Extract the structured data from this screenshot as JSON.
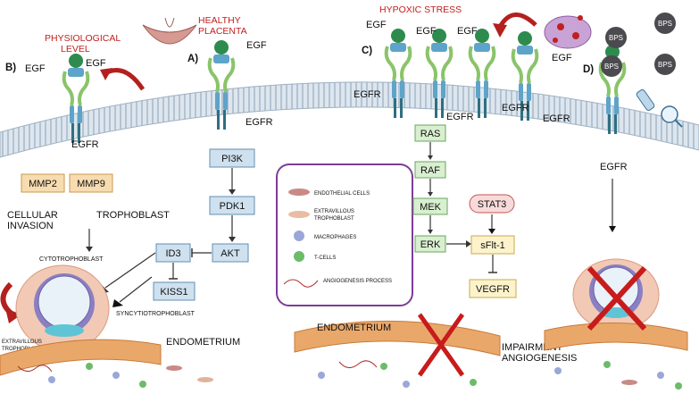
{
  "labels": {
    "egf": "EGF",
    "egfr": "EGFR",
    "physiological_level_1": "PHYSIOLOGICAL",
    "physiological_level_2": "LEVEL",
    "healthy_placenta_1": "HEALTHY",
    "healthy_placenta_2": "PLACENTA",
    "hypoxic_stress": "HYPOXIC STRESS",
    "panel_a": "A)",
    "panel_b": "B)",
    "panel_c": "C)",
    "panel_d": "D)",
    "bps": "BPS",
    "cellular_invasion_1": "CELLULAR",
    "cellular_invasion_2": "INVASION",
    "trophoblast": "TROPHOBLAST",
    "cytotrophoblast": "CYTOTROPHOBLAST",
    "syncytiotrophoblast": "SYNCYTIOTROPHOBLAST",
    "extravillous_1": "EXTRAVILLOUS",
    "extravillous_2": "TROPHOBLASTS",
    "endometrium": "ENDOMETRIUM",
    "impairment_1": "IMPAIRMENT",
    "impairment_2": "ANGIOGENESIS"
  },
  "boxes": {
    "mmp2": "MMP2",
    "mmp9": "MMP9",
    "pi3k": "PI3K",
    "pdk1": "PDK1",
    "akt": "AKT",
    "id3": "ID3",
    "kiss1": "KISS1",
    "ras": "RAS",
    "raf": "RAF",
    "mek": "MEK",
    "erk": "ERK",
    "stat3": "STAT3",
    "sflt1": "sFlt-1",
    "vegfr": "VEGFR"
  },
  "legend": {
    "endothelial": "ENDOTHELIAL CELLS",
    "extravillous_1": "EXTRAVILLOUS",
    "extravillous_2": "TROPHOBLAST",
    "macrophages": "MACROPHAGES",
    "tcells": "T-CELLS",
    "angiogenesis": "ANGIOGENESIS PROCESS"
  },
  "colors": {
    "membrane": "#c9d6e2",
    "receptor_blue": "#5ea3c9",
    "receptor_green": "#8ac46a",
    "receptor_dark": "#2f6f80",
    "egf_ball": "#2e8b4e",
    "red_text": "#c0201e",
    "legend_border": "#7d3c98"
  }
}
